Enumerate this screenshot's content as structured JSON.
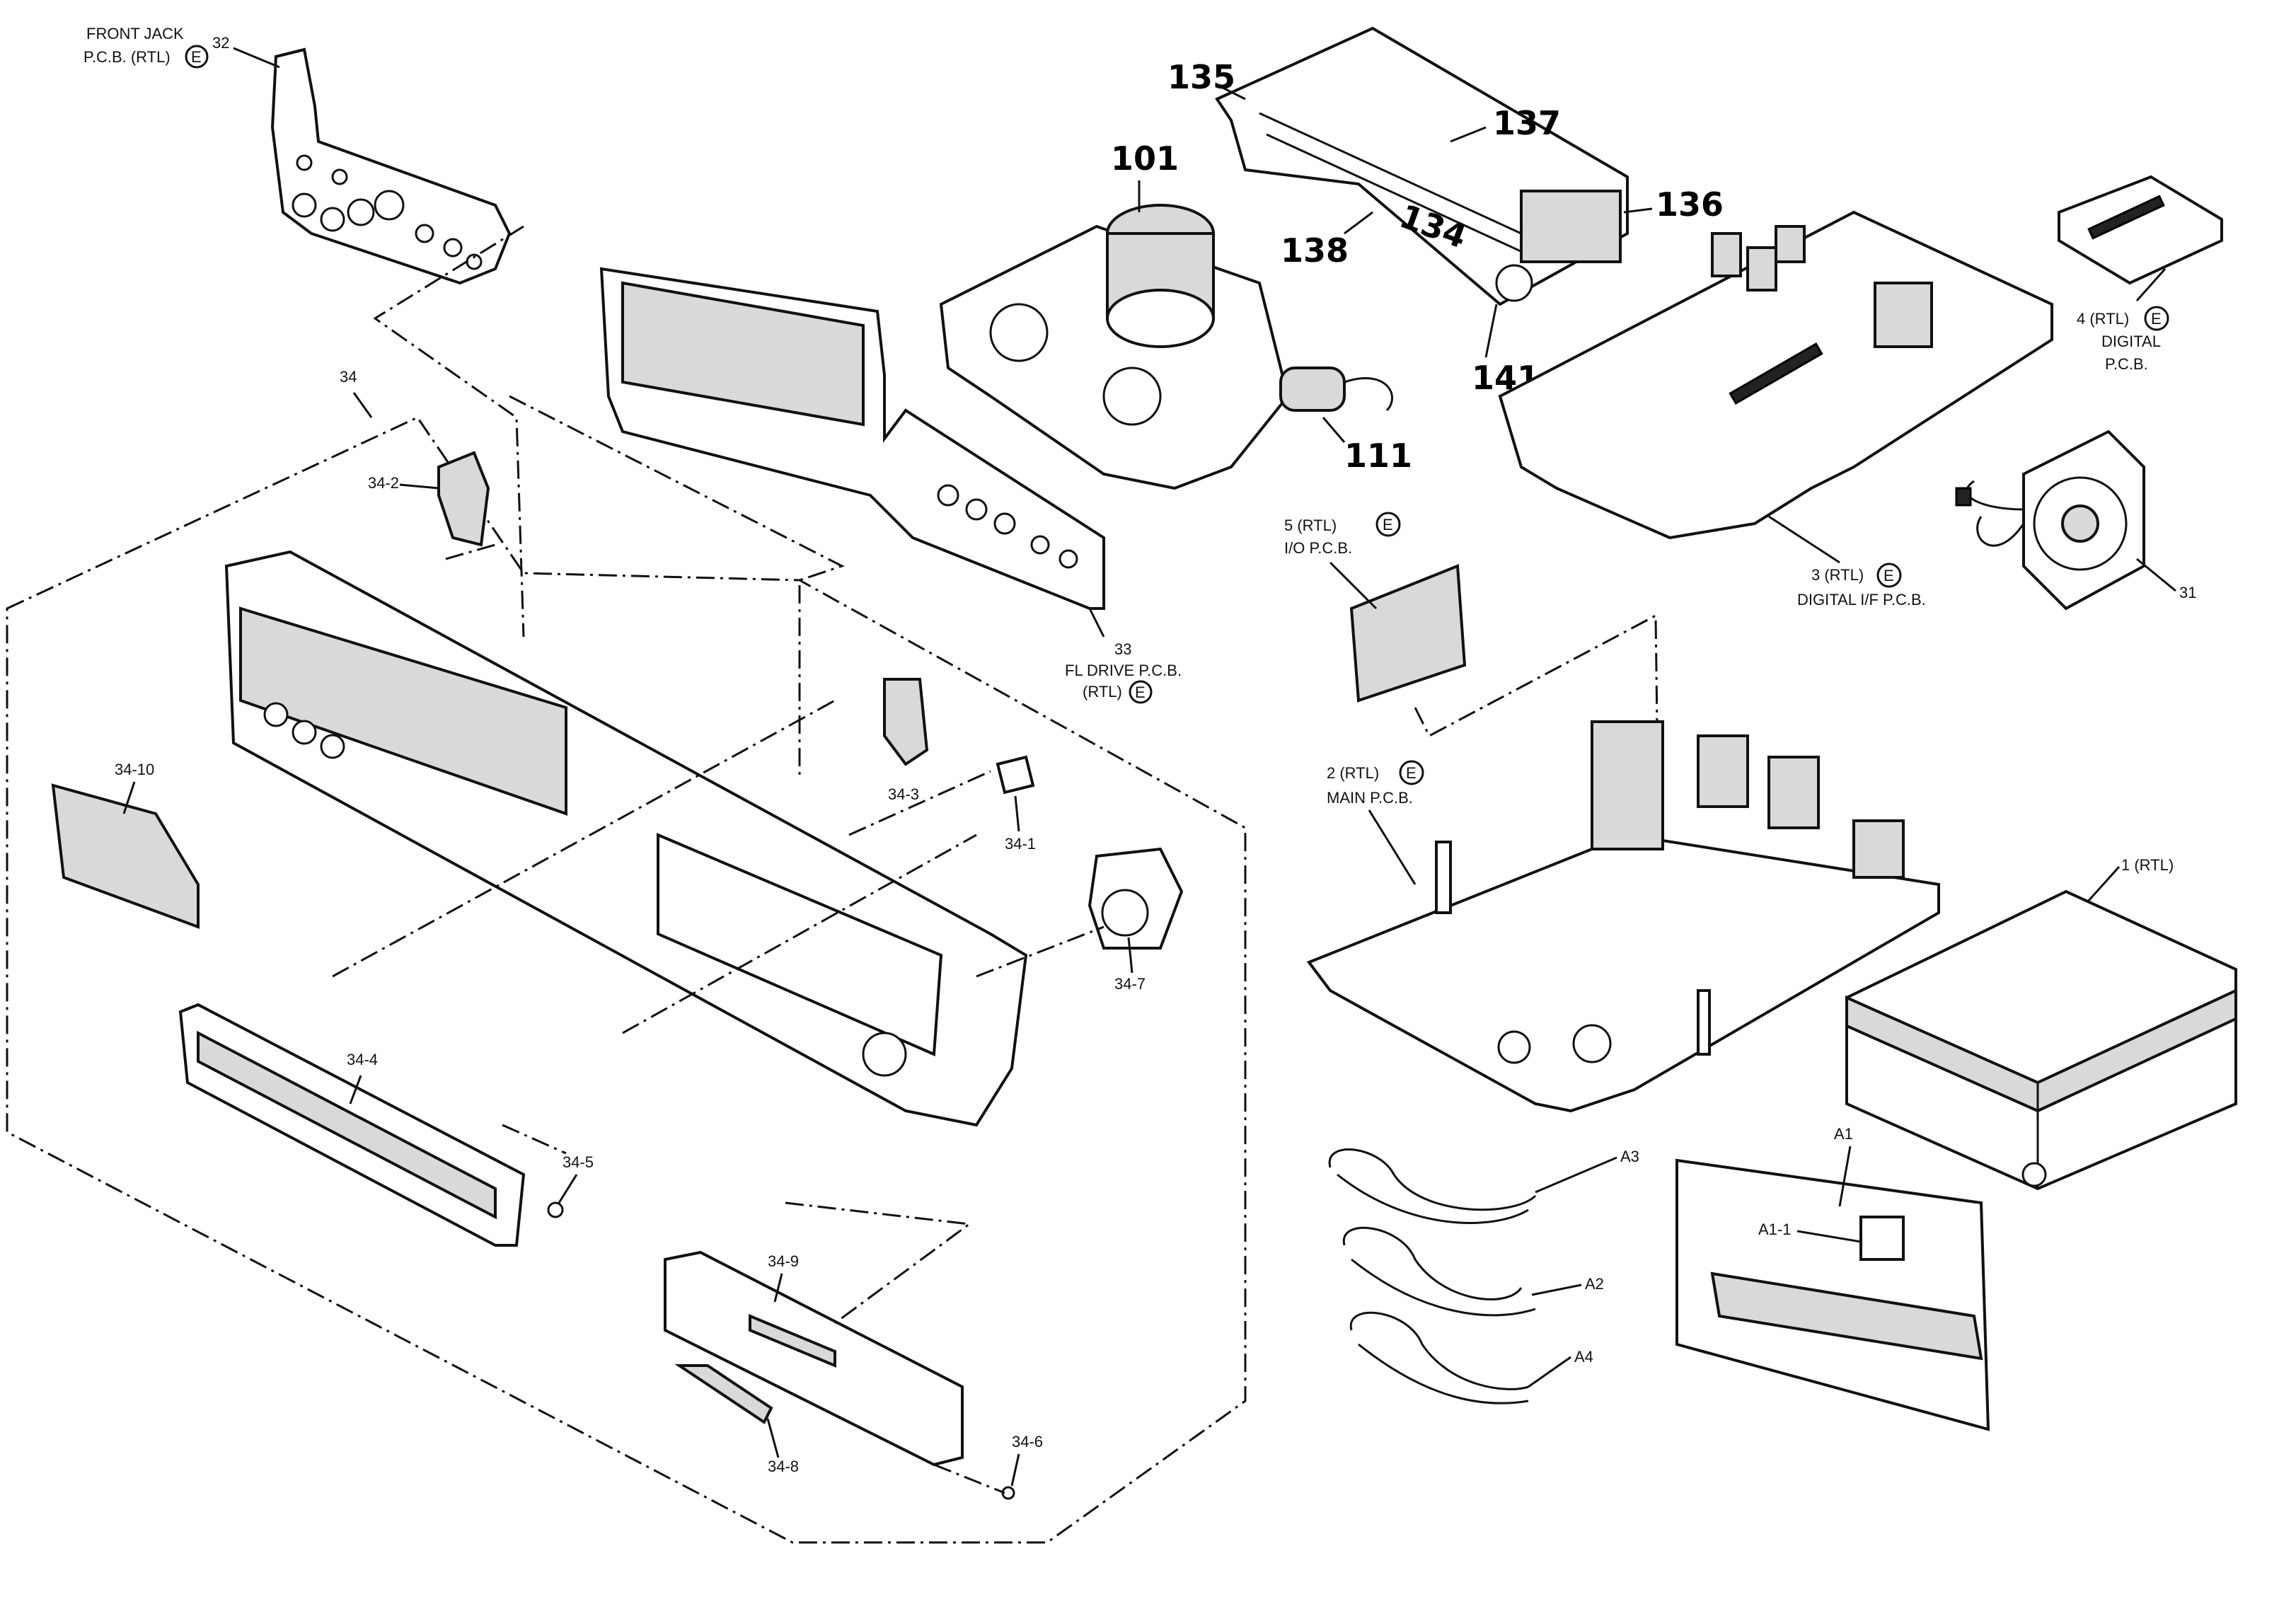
{
  "labels": {
    "front_jack_l1": "FRONT JACK",
    "front_jack_l2": "P.C.B. (RTL)",
    "front_jack_num": "32",
    "item_33_num": "33",
    "item_33_l1": "FL DRIVE P.C.B.",
    "item_33_l2": "(RTL)",
    "item_34": "34",
    "item_34_1": "34-1",
    "item_34_2": "34-2",
    "item_34_3": "34-3",
    "item_34_4": "34-4",
    "item_34_5": "34-5",
    "item_34_6": "34-6",
    "item_34_7": "34-7",
    "item_34_8": "34-8",
    "item_34_9": "34-9",
    "item_34_10": "34-10",
    "item_101": "101",
    "item_111": "111",
    "item_134": "134",
    "item_135": "135",
    "item_136": "136",
    "item_137": "137",
    "item_138": "138",
    "item_141": "141",
    "item_1": "1 (RTL)",
    "item_2_l1": "2 (RTL)",
    "item_2_l2": "MAIN P.C.B.",
    "item_3_l1": "3 (RTL)",
    "item_3_l2": "DIGITAL I/F P.C.B.",
    "item_4_l1": "4 (RTL)",
    "item_4_l2": "DIGITAL",
    "item_4_l3": "P.C.B.",
    "item_5_l1": "5 (RTL)",
    "item_5_l2": "I/O P.C.B.",
    "item_31": "31",
    "item_A1": "A1",
    "item_A1_1": "A1-1",
    "item_A2": "A2",
    "item_A3": "A3",
    "item_A4": "A4",
    "e_mark": "E"
  }
}
